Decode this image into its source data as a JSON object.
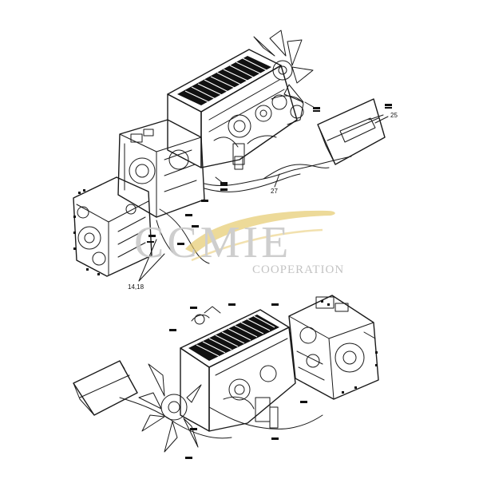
{
  "callouts": {
    "label_25": "25",
    "label_27": "27",
    "label_14_18": "14,18"
  },
  "watermark": {
    "main": "CCMIE",
    "sub": "COOPERATION",
    "swoosh_color": "#e6c86a",
    "text_color": "#c9c9c9"
  },
  "icons": {
    "engine_top": "engine-assembly-icon",
    "engine_bottom": "engine-assembly-icon",
    "cab_box": "cab-enclosure-icon"
  }
}
